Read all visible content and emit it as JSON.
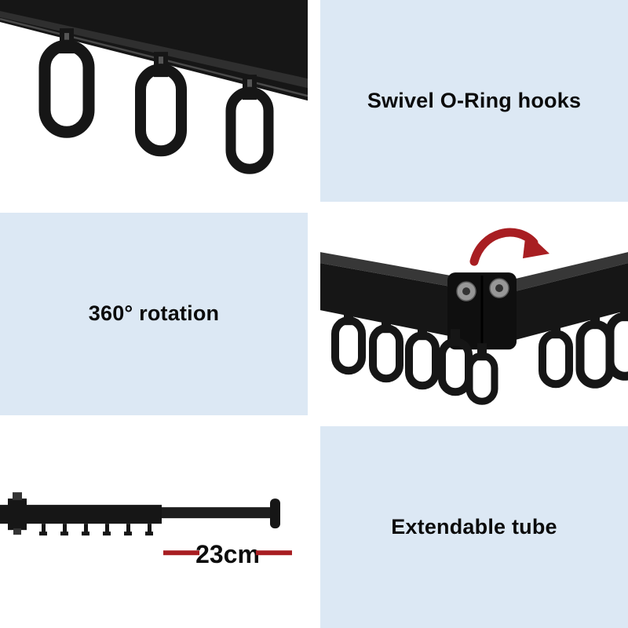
{
  "colors": {
    "callout_bg": "#dce8f4",
    "photo_bg": "#ffffff",
    "accent_red": "#a81e22",
    "ink": "#161616"
  },
  "features": {
    "swivel": {
      "label": "Swivel O-Ring hooks"
    },
    "rotation": {
      "label": "360° rotation"
    },
    "extendable": {
      "label": "Extendable tube"
    }
  },
  "measurement": {
    "extension_length": "23cm"
  }
}
